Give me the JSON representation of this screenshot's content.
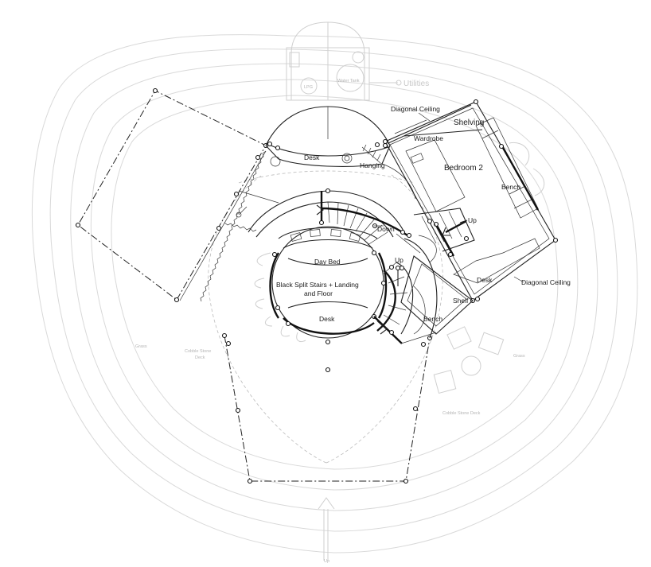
{
  "labels": {
    "utilities": "Utilities",
    "water_tank": "Water Tank",
    "lpg": "LPG",
    "diagonal_ceiling_top": "Diagonal Ceiling",
    "diagonal_ceiling_right": "Diagonal Ceiling",
    "shelving": "Shelving",
    "wardrobe": "Wardrobe",
    "bedroom_2": "Bedroom 2",
    "bench_right": "Bench",
    "bench_lower": "Bench",
    "up_right": "Up",
    "up_center": "Up",
    "desk_top": "Desk",
    "hanging": "Hanging",
    "down": "Down",
    "day_bed": "Day Bed",
    "stairs_line1": "Black Split Stairs + Landing",
    "stairs_line2": "and Floor",
    "desk_center": "Desk",
    "desk_right": "Desk",
    "shelf": "Shelf",
    "grass_left": "Grass",
    "grass_right": "Grass",
    "cobble_left_1": "Cobble Stone",
    "cobble_left_2": "Deck",
    "cobble_right": "Cobble Stone Deck",
    "up_bottom": "Up"
  }
}
